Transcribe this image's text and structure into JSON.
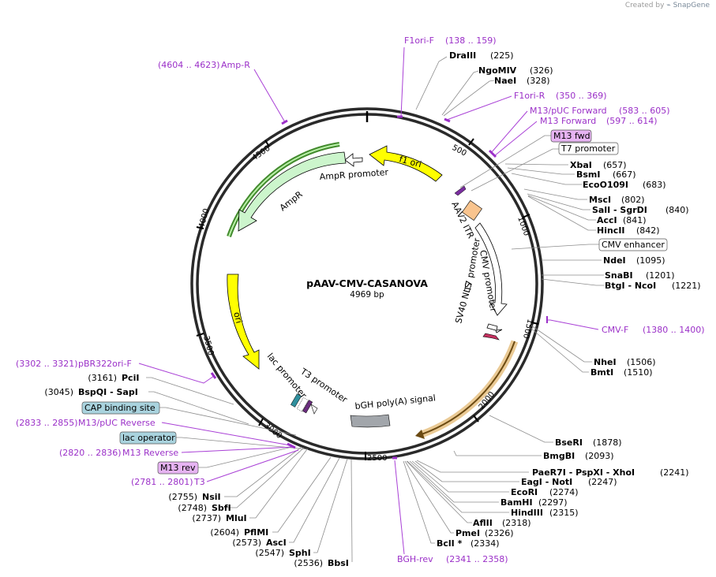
{
  "watermark": {
    "prefix": "Created by",
    "brand": "SnapGene",
    "logo_icon": "snapgene-logo-icon"
  },
  "plasmid": {
    "name": "pAAV-CMV-CASANOVA",
    "length_label": "4969 bp",
    "length": 4969
  },
  "ticks": [
    "500",
    "1000",
    "1500",
    "2000",
    "2500",
    "3000",
    "3500",
    "4000",
    "4500"
  ],
  "sites_right": [
    {
      "name": "DraIII",
      "pos": "(225)"
    },
    {
      "name": "NgoMIV",
      "pos": "(326)"
    },
    {
      "name": "NaeI",
      "pos": "(328)"
    },
    {
      "name": "XbaI",
      "pos": "(657)"
    },
    {
      "name": "BsmI",
      "pos": "(667)"
    },
    {
      "name": "EcoO109I",
      "pos": "(683)"
    },
    {
      "name": "MscI",
      "pos": "(802)"
    },
    {
      "name": "SalI  - SgrDI",
      "pos": "(840)"
    },
    {
      "name": "AccI",
      "pos": "(841)"
    },
    {
      "name": "HincII",
      "pos": "(842)"
    },
    {
      "name": "NdeI",
      "pos": "(1095)"
    },
    {
      "name": "SnaBI",
      "pos": "(1201)"
    },
    {
      "name": "BtgI  - NcoI",
      "pos": "(1221)"
    },
    {
      "name": "NheI",
      "pos": "(1506)"
    },
    {
      "name": "BmtI",
      "pos": "(1510)"
    },
    {
      "name": "BseRI",
      "pos": "(1878)"
    },
    {
      "name": "BmgBI",
      "pos": "(2093)"
    },
    {
      "name": "PaeR7I  - PspXI  - XhoI",
      "pos": "(2241)"
    },
    {
      "name": "EagI  - NotI",
      "pos": "(2247)"
    },
    {
      "name": "EcoRI",
      "pos": "(2274)"
    },
    {
      "name": "BamHI",
      "pos": "(2297)"
    },
    {
      "name": "HindIII",
      "pos": "(2315)"
    },
    {
      "name": "AflII",
      "pos": "(2318)"
    },
    {
      "name": "PmeI",
      "pos": "(2326)"
    },
    {
      "name": "BclI *",
      "pos": "(2334)"
    }
  ],
  "sites_left": [
    {
      "name": "PciI",
      "pos": "(3161)"
    },
    {
      "name": "BspQI  - SapI",
      "pos": "(3045)"
    },
    {
      "name": "NsiI",
      "pos": "(2755)"
    },
    {
      "name": "SbfI",
      "pos": "(2748)"
    },
    {
      "name": "MluI",
      "pos": "(2737)"
    },
    {
      "name": "PflMI",
      "pos": "(2604)"
    },
    {
      "name": "AscI",
      "pos": "(2573)"
    },
    {
      "name": "SphI",
      "pos": "(2547)"
    },
    {
      "name": "BbsI",
      "pos": "(2536)"
    }
  ],
  "primers": [
    {
      "name": "F1ori-F",
      "range": "(138 .. 159)"
    },
    {
      "name": "F1ori-R",
      "range": "(350 .. 369)"
    },
    {
      "name": "M13/pUC Forward",
      "range": "(583 .. 605)"
    },
    {
      "name": "M13 Forward",
      "range": "(597 .. 614)"
    },
    {
      "name": "CMV-F",
      "range": "(1380 .. 1400)"
    },
    {
      "name": "BGH-rev",
      "range": "(2341 .. 2358)"
    },
    {
      "name": "Amp-R",
      "range": "(4604 .. 4623)"
    },
    {
      "name": "pBR322ori-F",
      "range": "(3302 .. 3321)"
    },
    {
      "name": "M13/pUC Reverse",
      "range": "(2833 .. 2855)"
    },
    {
      "name": "M13 Reverse",
      "range": "(2820 .. 2836)"
    },
    {
      "name": "T3",
      "range": "(2781 .. 2801)"
    }
  ],
  "boxed_labels": [
    {
      "text": "M13 fwd",
      "fill": "#e6b3f2"
    },
    {
      "text": "T7 promoter",
      "fill": "#ffffff"
    },
    {
      "text": "CMV enhancer",
      "fill": "#ffffff"
    },
    {
      "text": "CAP binding site",
      "fill": "#a9d3de"
    },
    {
      "text": "lac operator",
      "fill": "#a9d3de"
    },
    {
      "text": "M13 rev",
      "fill": "#e6b3f2"
    }
  ],
  "features": [
    {
      "label": "f1 ori",
      "color": "#ffff00"
    },
    {
      "label": "AmpR promoter",
      "color": "#ffffff"
    },
    {
      "label": "AmpR",
      "color": "#ccf5cc"
    },
    {
      "label": "ori",
      "color": "#ffff00"
    },
    {
      "label": "AAV2 ITR",
      "color": "#f9c48e"
    },
    {
      "label": "CMV promoter",
      "color": "#ffffff"
    },
    {
      "label": "T7 promoter",
      "color": "#ffffff"
    },
    {
      "label": "SV40 NLS",
      "color": "#c5305f"
    },
    {
      "label": "bGH poly(A) signal",
      "color": "#a2a6ab"
    },
    {
      "label": "lac promoter",
      "color": "#ffffff"
    },
    {
      "label": "T3 promoter",
      "color": "#ffffff"
    }
  ],
  "colors": {
    "primer": "#9b30c8",
    "cds_highlight": "#e8a33a",
    "ori_yellow": "#ffff00",
    "ampr_green": "#ccf5cc"
  }
}
